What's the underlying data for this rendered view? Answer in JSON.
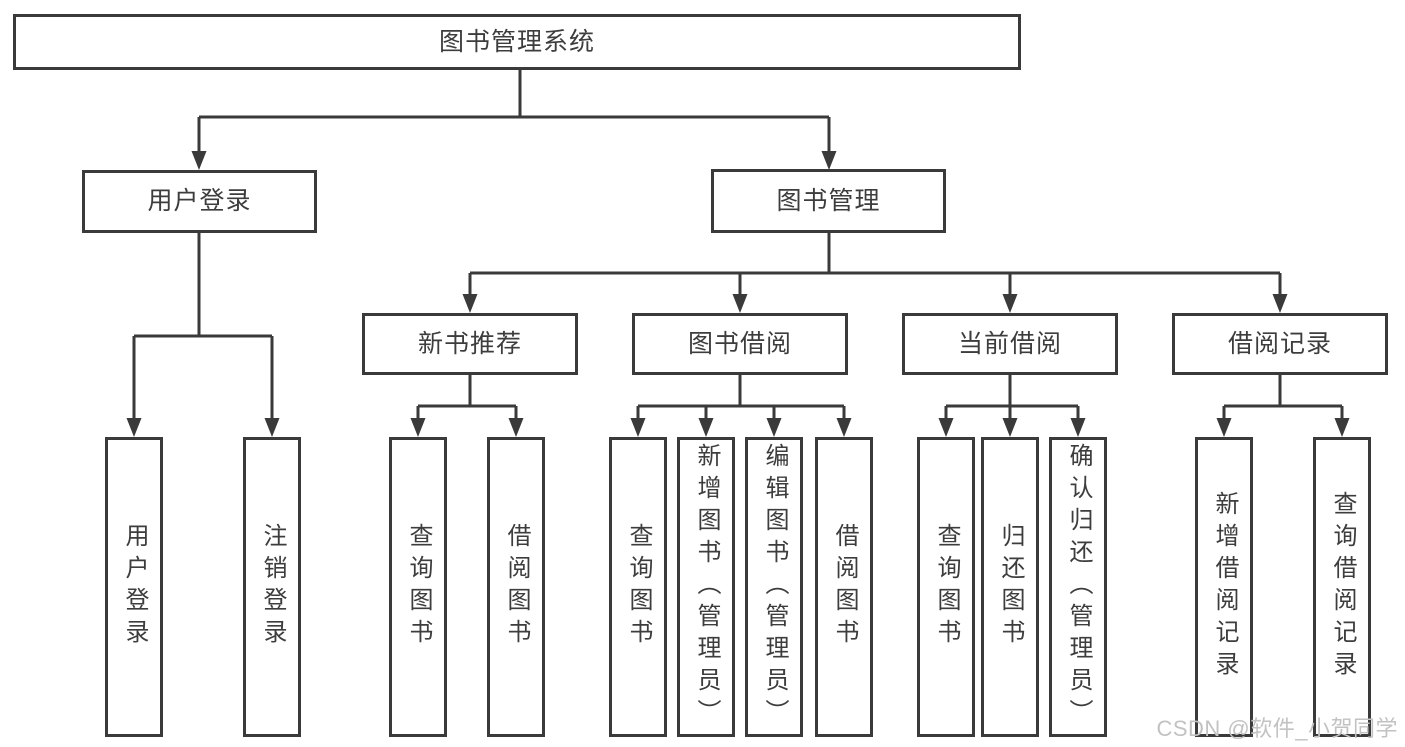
{
  "tree": {
    "root": {
      "label": "图书管理系统",
      "children": [
        {
          "label": "用户登录",
          "children": [
            {
              "label": "用户登录"
            },
            {
              "label": "注销登录"
            }
          ]
        },
        {
          "label": "图书管理",
          "children": [
            {
              "label": "新书推荐",
              "children": [
                {
                  "label": "查询图书"
                },
                {
                  "label": "借阅图书"
                }
              ]
            },
            {
              "label": "图书借阅",
              "children": [
                {
                  "label": "查询图书"
                },
                {
                  "label": "新增图书（管理员）"
                },
                {
                  "label": "编辑图书（管理员）"
                },
                {
                  "label": "借阅图书"
                }
              ]
            },
            {
              "label": "当前借阅",
              "children": [
                {
                  "label": "查询图书"
                },
                {
                  "label": "归还图书"
                },
                {
                  "label": "确认归还（管理员）"
                }
              ]
            },
            {
              "label": "借阅记录",
              "children": [
                {
                  "label": "新增借阅记录"
                },
                {
                  "label": "查询借阅记录"
                }
              ]
            }
          ]
        }
      ]
    }
  },
  "watermark": {
    "text": "CSDN @软件_小贺同学"
  },
  "colors": {
    "line": "#3a3a3a",
    "box_border": "#3a3a3a",
    "text": "#3d3d3d",
    "watermark": "#c2c2c2",
    "background": "#ffffff"
  }
}
